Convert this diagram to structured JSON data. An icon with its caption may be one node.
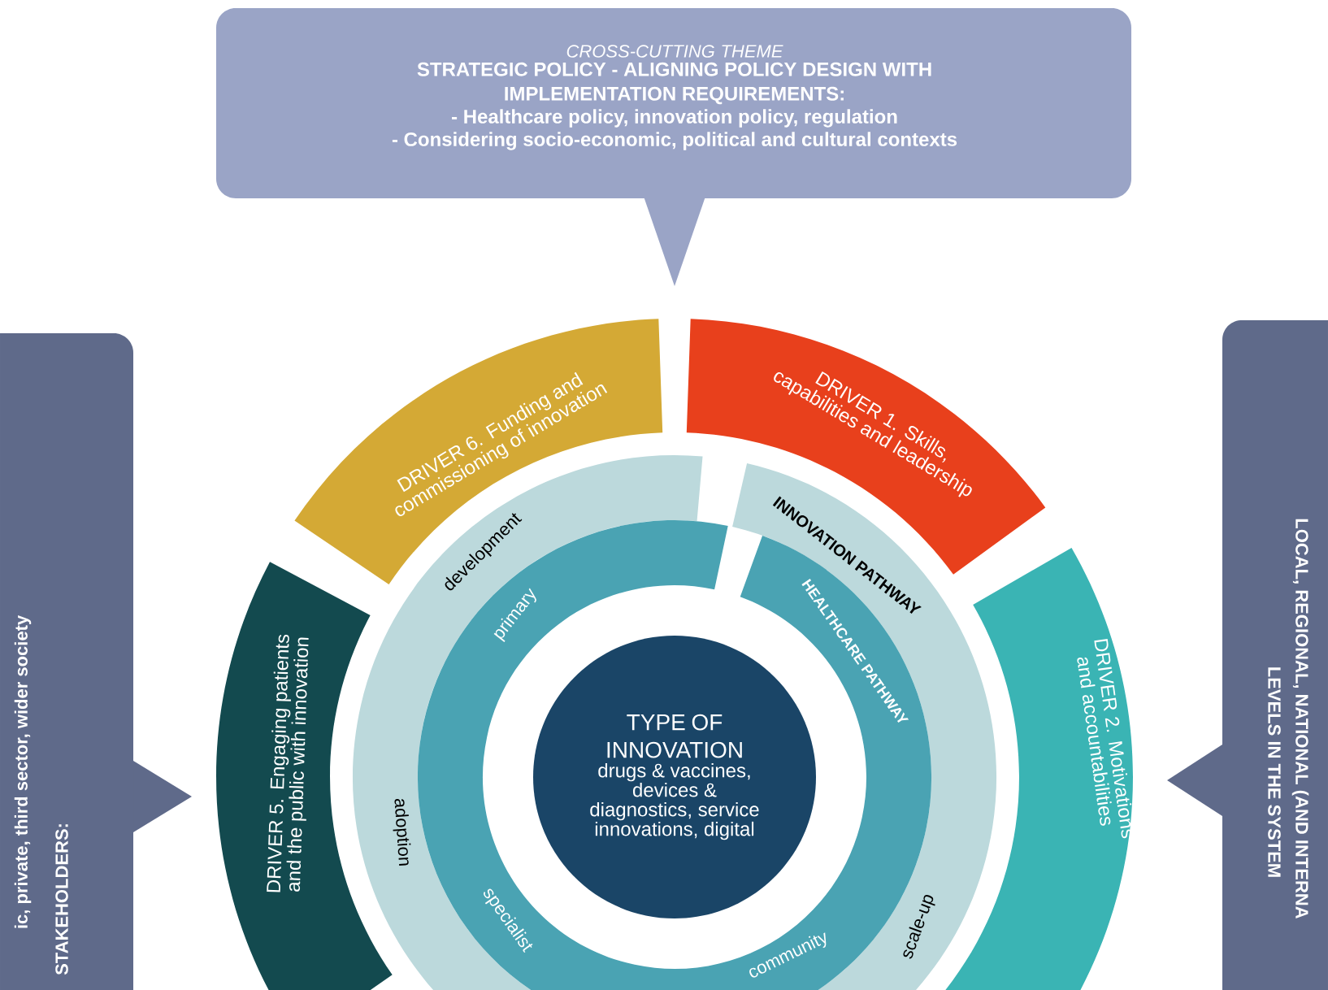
{
  "diagram": {
    "nodes": [
      {
        "text": [
          "CROSS-CUTTING THEME",
          "STRATEGIC POLICY - ALIGNING POLICY DESIGN WITH IMPLEMENTATION REQUIREMENTS:",
          "- Healthcare policy, innovation policy, regulation",
          "- Considering socio-economic, political and cultural contexts"
        ]
      },
      {
        "text": [
          "DRIVER 6. Funding and commissioning of innovation"
        ]
      },
      {
        "text": [
          "DRIVER 1. Skills, capabilities and leadership"
        ]
      },
      {
        "text": [
          "DRIVER 2. Motivations and accountabilities"
        ]
      },
      {
        "text": [
          "DRIVER 5. Engaging patients and the public with innovation"
        ]
      },
      {
        "text": [
          "INNOVATION PATHWAY",
          "development",
          "adoption",
          "scale-up"
        ]
      },
      {
        "text": [
          "HEALTHCARE PATHWAY",
          "primary",
          "specialist",
          "community"
        ]
      },
      {
        "text": [
          "TYPE OF INNOVATION",
          "drugs & vaccines, devices & diagnostics, service innovations, digital"
        ]
      },
      {
        "text": [
          "STAKEHOLDERS:",
          "ic, private, third sector, wider society"
        ]
      },
      {
        "text": [
          "LOCAL, REGIONAL, NATIONAL (AND INTERNA",
          "LEVELS IN THE SYSTEM"
        ]
      }
    ]
  }
}
